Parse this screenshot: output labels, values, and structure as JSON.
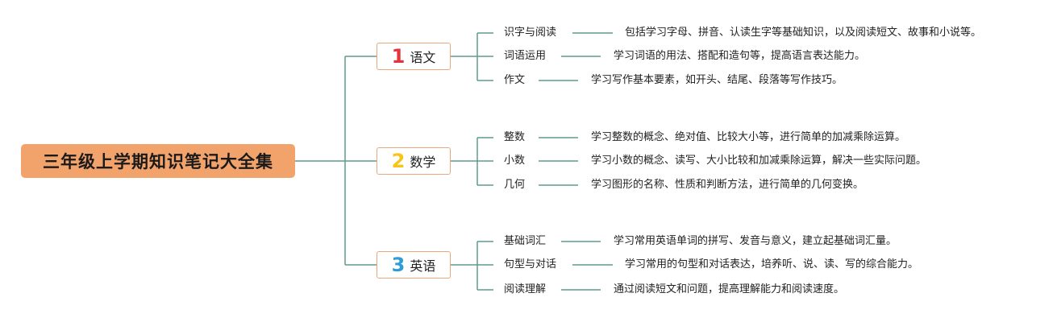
{
  "root": {
    "title": "三年级上学期知识笔记大全集"
  },
  "colors": {
    "line": "#5f9a8e",
    "root_fill": "#f2a36b",
    "subject_border": "#e8a87c",
    "num1": "#e5323b",
    "num2": "#f5c518",
    "num3": "#2f9bd7"
  },
  "subjects": [
    {
      "num": "1",
      "name": "语文",
      "topics": [
        {
          "name": "识字与阅读",
          "desc": "包括学习字母、拼音、认读生字等基础知识，以及阅读短文、故事和小说等。"
        },
        {
          "name": "词语运用",
          "desc": "学习词语的用法、搭配和造句等，提高语言表达能力。"
        },
        {
          "name": "作文",
          "desc": "学习写作基本要素，如开头、结尾、段落等写作技巧。"
        }
      ]
    },
    {
      "num": "2",
      "name": "数学",
      "topics": [
        {
          "name": "整数",
          "desc": "学习整数的概念、绝对值、比较大小等，进行简单的加减乘除运算。"
        },
        {
          "name": "小数",
          "desc": "学习小数的概念、读写、大小比较和加减乘除运算，解决一些实际问题。"
        },
        {
          "name": "几何",
          "desc": "学习图形的名称、性质和判断方法，进行简单的几何变换。"
        }
      ]
    },
    {
      "num": "3",
      "name": "英语",
      "topics": [
        {
          "name": "基础词汇",
          "desc": "学习常用英语单词的拼写、发音与意义，建立起基础词汇量。"
        },
        {
          "name": "句型与对话",
          "desc": "学习常用的句型和对话表达，培养听、说、读、写的综合能力。"
        },
        {
          "name": "阅读理解",
          "desc": "通过阅读短文和问题，提高理解能力和阅读速度。"
        }
      ]
    }
  ]
}
